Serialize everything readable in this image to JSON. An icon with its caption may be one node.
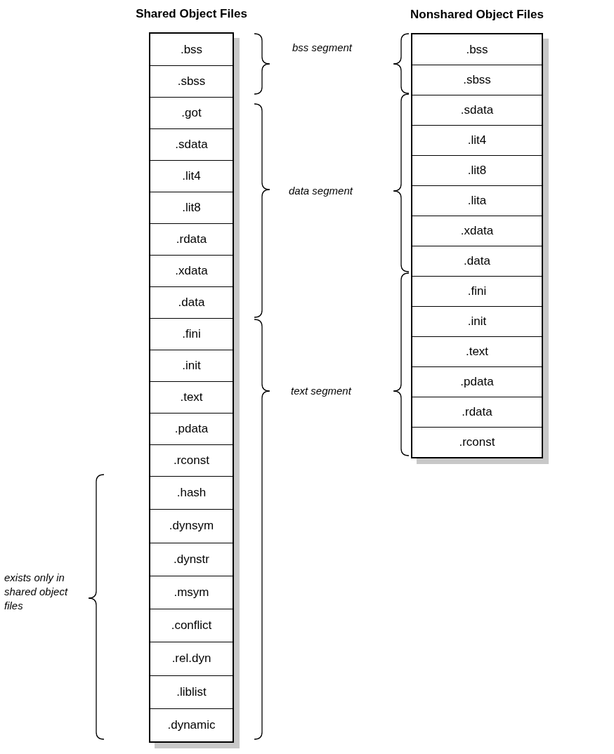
{
  "diagram": {
    "nodes": [
      {
        "text": [
          "Shared Object Files"
        ]
      },
      {
        "text": [
          ".bss"
        ],
        "in": 0
      },
      {
        "text": [
          ".sbss"
        ],
        "in": 0
      },
      {
        "text": [
          ".got"
        ],
        "in": 0
      },
      {
        "text": [
          ".sdata"
        ],
        "in": 0
      },
      {
        "text": [
          ".lit4"
        ],
        "in": 0
      },
      {
        "text": [
          ".lit8"
        ],
        "in": 0
      },
      {
        "text": [
          ".rdata"
        ],
        "in": 0
      },
      {
        "text": [
          ".xdata"
        ],
        "in": 0
      },
      {
        "text": [
          ".data"
        ],
        "in": 0
      },
      {
        "text": [
          ".fini"
        ],
        "in": 0
      },
      {
        "text": [
          ".init"
        ],
        "in": 0
      },
      {
        "text": [
          ".text"
        ],
        "in": 0
      },
      {
        "text": [
          ".pdata"
        ],
        "in": 0
      },
      {
        "text": [
          ".rconst"
        ],
        "in": 0
      },
      {
        "text": [
          ".hash"
        ],
        "in": 0
      },
      {
        "text": [
          ".dynsym"
        ],
        "in": 0
      },
      {
        "text": [
          ".dynstr"
        ],
        "in": 0
      },
      {
        "text": [
          ".msym"
        ],
        "in": 0
      },
      {
        "text": [
          ".conflict"
        ],
        "in": 0
      },
      {
        "text": [
          ".rel.dyn"
        ],
        "in": 0
      },
      {
        "text": [
          ".liblist"
        ],
        "in": 0
      },
      {
        "text": [
          ".dynamic"
        ],
        "in": 0
      },
      {
        "text": [
          "Nonshared Object Files"
        ]
      },
      {
        "text": [
          ".bss"
        ],
        "in": 23
      },
      {
        "text": [
          ".sbss"
        ],
        "in": 23
      },
      {
        "text": [
          ".sdata"
        ],
        "in": 23
      },
      {
        "text": [
          ".lit4"
        ],
        "in": 23
      },
      {
        "text": [
          ".lit8"
        ],
        "in": 23
      },
      {
        "text": [
          ".lita"
        ],
        "in": 23
      },
      {
        "text": [
          ".xdata"
        ],
        "in": 23
      },
      {
        "text": [
          ".data"
        ],
        "in": 23
      },
      {
        "text": [
          ".fini"
        ],
        "in": 23
      },
      {
        "text": [
          ".init"
        ],
        "in": 23
      },
      {
        "text": [
          ".text"
        ],
        "in": 23
      },
      {
        "text": [
          ".pdata"
        ],
        "in": 23
      },
      {
        "text": [
          ".rdata"
        ],
        "in": 23
      },
      {
        "text": [
          ".rconst"
        ],
        "in": 23
      }
    ],
    "edges": [],
    "labels": [
      "bss segment",
      "data segment",
      "text segment",
      "exists only in shared object files"
    ]
  }
}
